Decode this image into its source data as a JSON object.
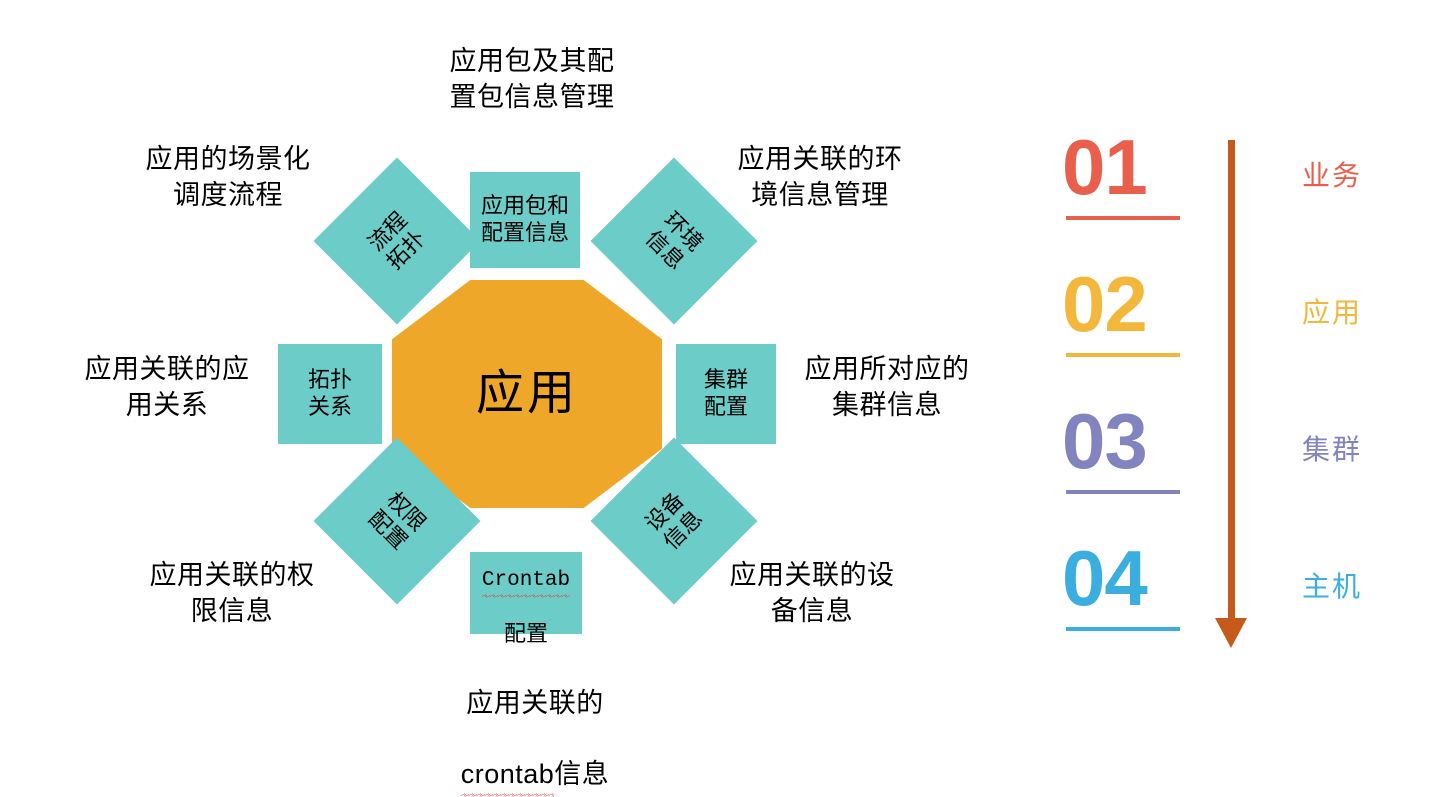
{
  "center": {
    "label": "应用",
    "color": "#EFA72A"
  },
  "nodes": {
    "accent_color": "#6BCCC8",
    "top": {
      "label": "应用包和\n配置信息"
    },
    "top_left": {
      "label": "流程\n拓扑"
    },
    "top_right": {
      "label": "环境\n信息"
    },
    "left": {
      "label": "拓扑\n关系"
    },
    "right": {
      "label": "集群\n配置"
    },
    "bottom_left": {
      "label": "权限\n配置"
    },
    "bottom_right": {
      "label": "设备\n信息"
    },
    "bottom": {
      "label_mono": "Crontab",
      "label_cn": "配置"
    }
  },
  "outer_labels": {
    "top": "应用包及其配\n置包信息管理",
    "top_left": "应用的场景化\n调度流程",
    "top_right": "应用关联的环\n境信息管理",
    "left": "应用关联的应\n用关系",
    "right": "应用所对应的\n集群信息",
    "bottom_left": "应用关联的权\n限信息",
    "bottom_right": "应用关联的设\n备信息",
    "bottom_line1": "应用关联的",
    "bottom_mono": "crontab",
    "bottom_suffix": "信息"
  },
  "steps": [
    {
      "number": "01",
      "label": "业务",
      "color": "#E8604C"
    },
    {
      "number": "02",
      "label": "应用",
      "color": "#F3B73C"
    },
    {
      "number": "03",
      "label": "集群",
      "color": "#8184BE"
    },
    {
      "number": "04",
      "label": "主机",
      "color": "#3BAEE0"
    }
  ],
  "arrow": {
    "color": "#C55A1B"
  }
}
